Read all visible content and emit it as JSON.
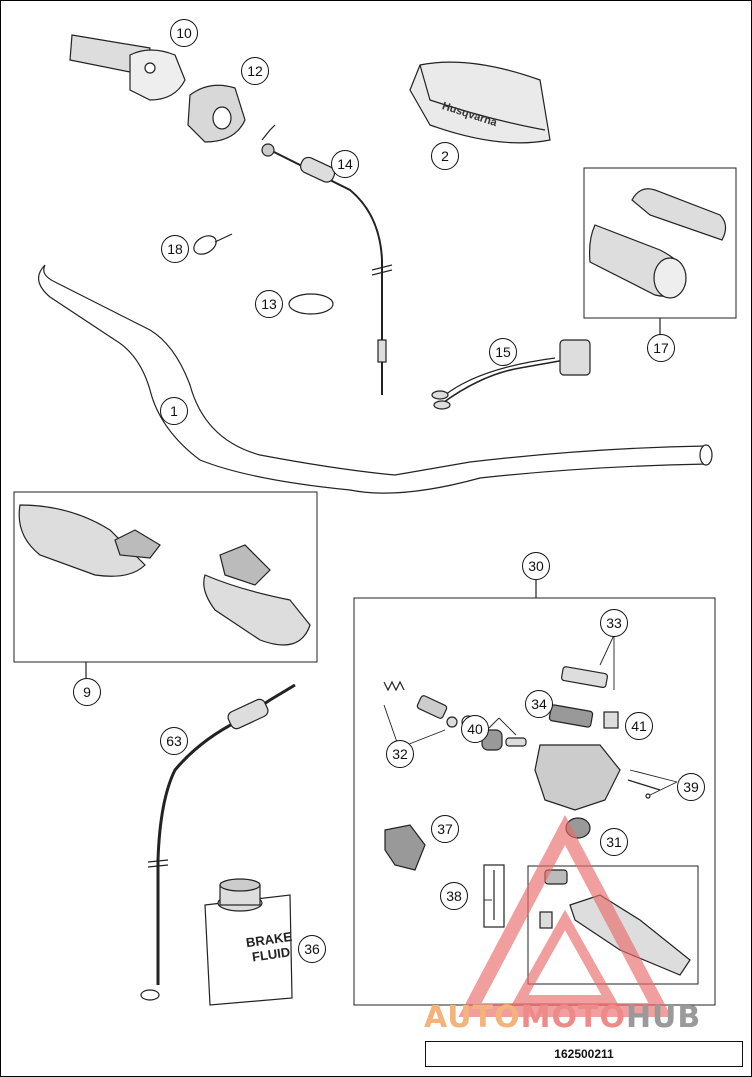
{
  "diagram": {
    "part_number": "162500211",
    "watermark": {
      "part1": "AUTO",
      "part2": "MOTO",
      "part3": "HUB"
    },
    "fluid_label": {
      "line1": "BRAKE",
      "line2": "FLUID"
    },
    "callouts": [
      "10",
      "12",
      "2",
      "14",
      "18",
      "13",
      "17",
      "15",
      "1",
      "9",
      "30",
      "33",
      "40",
      "34",
      "41",
      "32",
      "39",
      "63",
      "37",
      "31",
      "38",
      "36"
    ],
    "colors": {
      "line": "#222222",
      "watermark_red": "#e86a6a",
      "watermark_orange": "#f3b37a",
      "watermark_grey": "#9a9a9a"
    }
  }
}
